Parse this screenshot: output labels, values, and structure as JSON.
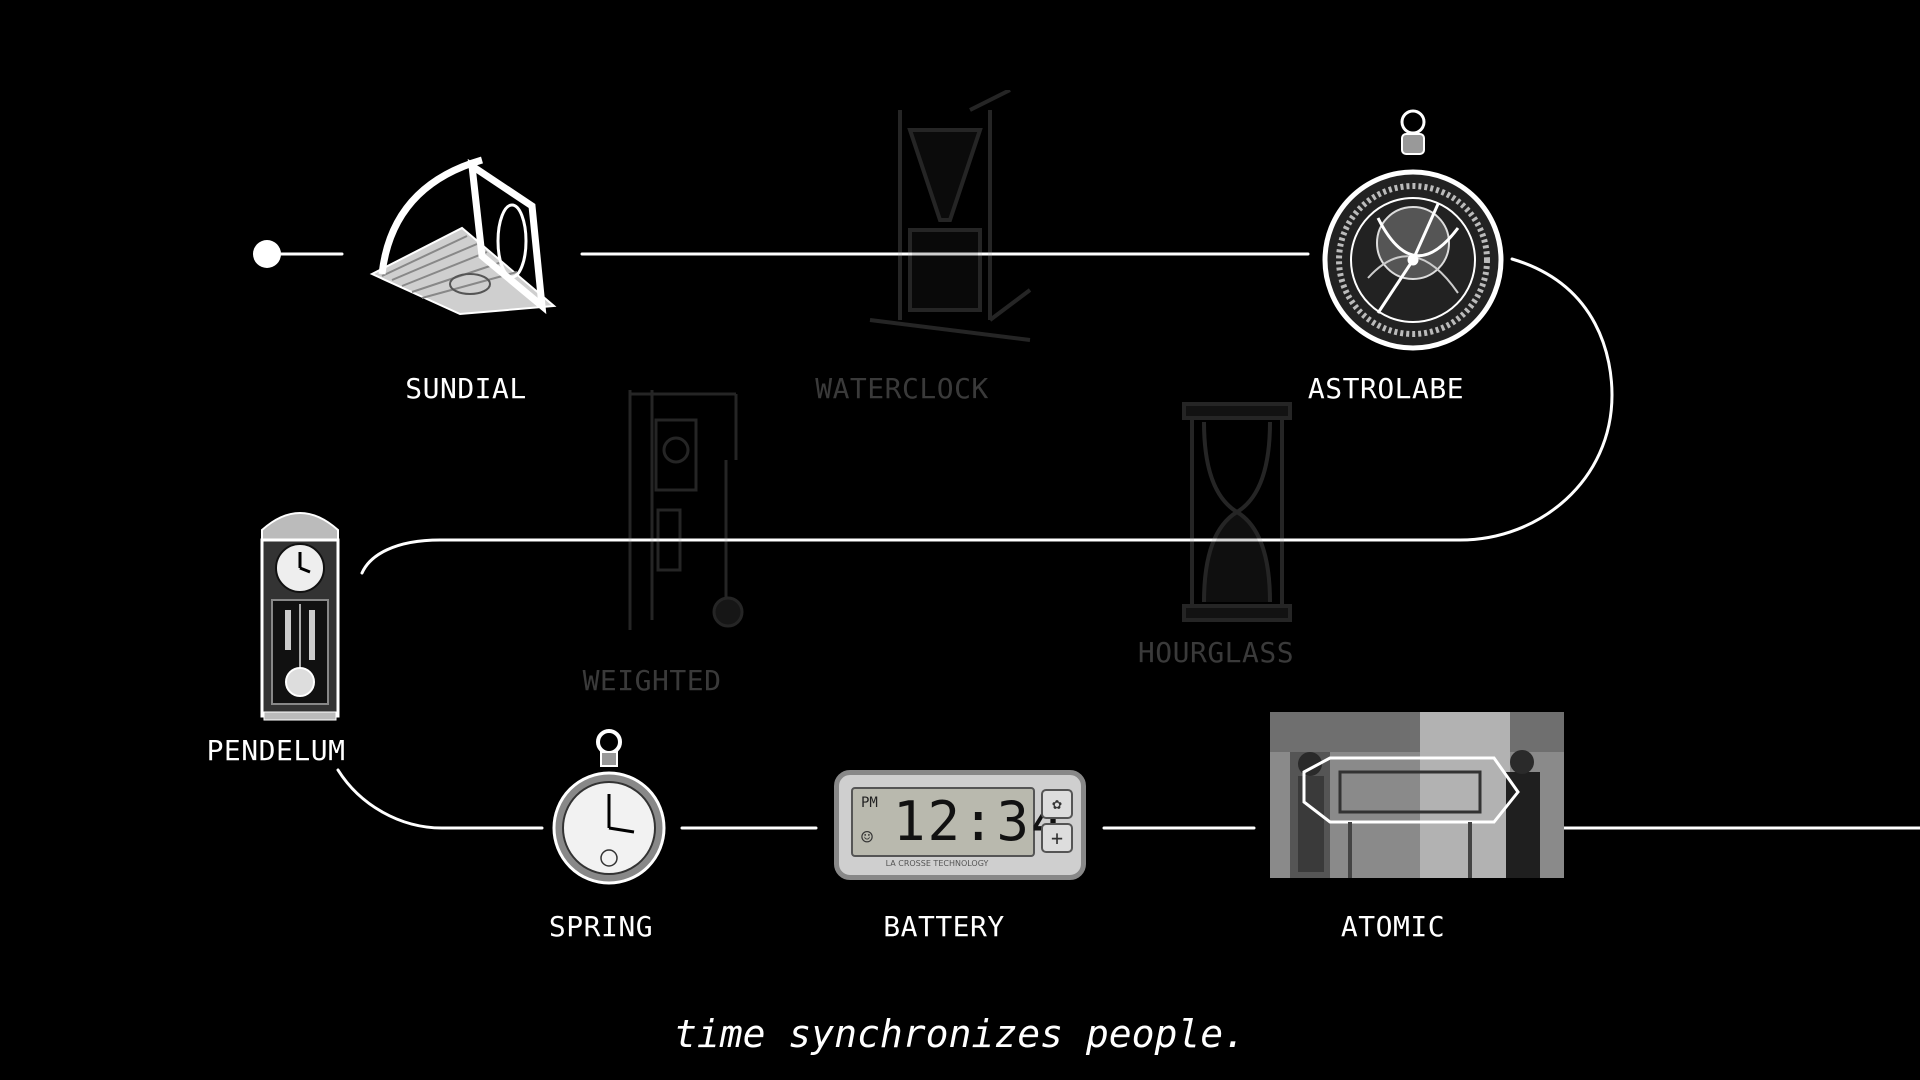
{
  "timeline": {
    "items": [
      {
        "id": "sundial",
        "label": "SUNDIAL",
        "faded": false
      },
      {
        "id": "waterclock",
        "label": "WATERCLOCK",
        "faded": true
      },
      {
        "id": "astrolabe",
        "label": "ASTROLABE",
        "faded": false
      },
      {
        "id": "weighted",
        "label": "WEIGHTED",
        "faded": true
      },
      {
        "id": "hourglass",
        "label": "HOURGLASS",
        "faded": true
      },
      {
        "id": "pendelum",
        "label": "PENDELUM",
        "faded": false
      },
      {
        "id": "spring",
        "label": "SPRING",
        "faded": false
      },
      {
        "id": "battery",
        "label": "BATTERY",
        "faded": false
      },
      {
        "id": "atomic",
        "label": "ATOMIC",
        "faded": false
      }
    ]
  },
  "battery_clock": {
    "time": "12:34",
    "ampm": "PM",
    "brand": "LA CROSSE TECHNOLOGY"
  },
  "tagline": "time synchronizes people.",
  "colors": {
    "background": "#000000",
    "line": "#ffffff",
    "faded": "#3a3a3a"
  }
}
